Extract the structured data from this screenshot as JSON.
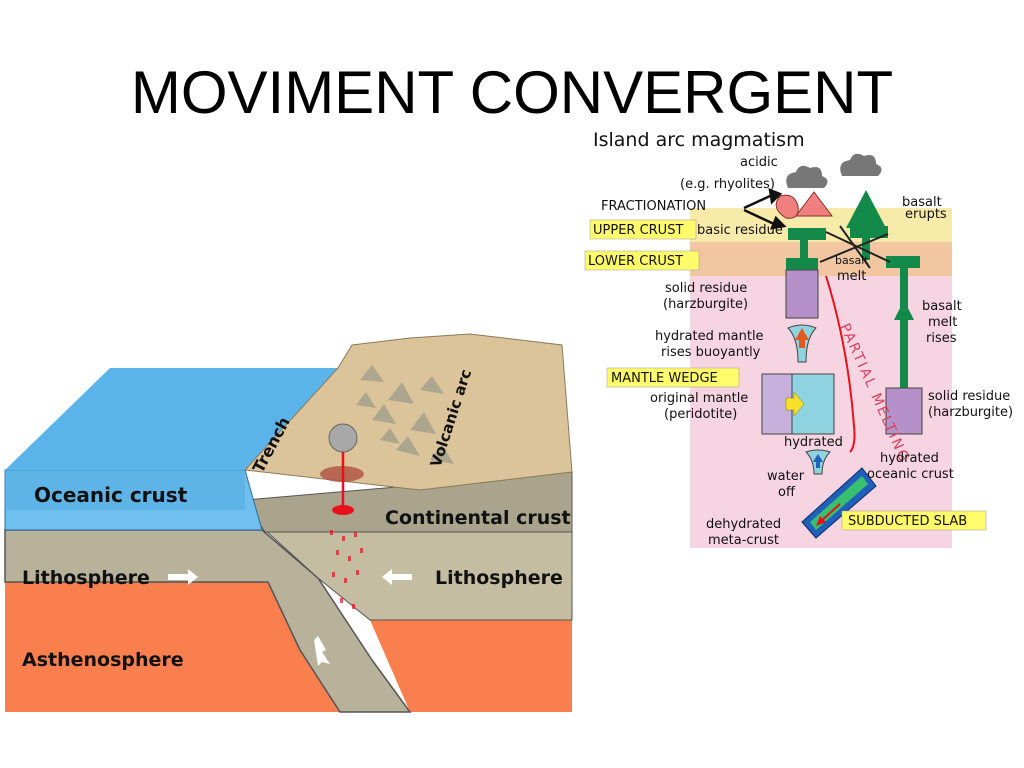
{
  "slide": {
    "title": "MOVIMENT CONVERGENT"
  },
  "left_diagram": {
    "labels": {
      "oceanic_crust": "Oceanic crust",
      "trench": "Trench",
      "volcanic_arc": "Volcanic arc",
      "continental_crust": "Continental crust",
      "lithosphere_left": "Lithosphere",
      "lithosphere_right": "Lithosphere",
      "asthenosphere": "Asthenosphere"
    },
    "colors": {
      "ocean": "#5ab4ea",
      "land": "#dcc49a",
      "lithosphere": "#c0b79c",
      "crust": "#a8a28a",
      "asthenosphere": "#fa7f4e",
      "magma": "#e8101a"
    }
  },
  "right_diagram": {
    "title": "Island arc magmatism",
    "labels": {
      "acidic": "acidic",
      "rhyolites": "(e.g. rhyolites)",
      "fractionation": "FRACTIONATION",
      "upper_crust": "UPPER CRUST",
      "basic_residue": "basic residue",
      "lower_crust": "LOWER CRUST",
      "basalt_erupts_1": "basalt",
      "basalt_erupts_2": "erupts",
      "basalt_melt_1": "basalt",
      "basalt_melt_2": "melt",
      "solid_residue_top_1": "solid residue",
      "solid_residue_top_2": "(harzburgite)",
      "hydrated_mantle_1": "hydrated mantle",
      "hydrated_mantle_2": "rises buoyantly",
      "partial_melting": "PARTIAL MELTING",
      "mantle_wedge": "MANTLE WEDGE",
      "original_mantle_1": "original mantle",
      "original_mantle_2": "(peridotite)",
      "basalt_rises_1": "basalt",
      "basalt_rises_2": "melt",
      "basalt_rises_3": "rises",
      "solid_residue_bottom_1": "solid residue",
      "solid_residue_bottom_2": "(harzburgite)",
      "hydrated": "hydrated",
      "water_off_1": "water",
      "water_off_2": "off",
      "hydrated_crust_1": "hydrated",
      "hydrated_crust_2": "oceanic crust",
      "dehydrated_1": "dehydrated",
      "dehydrated_2": "meta-crust",
      "subducted_slab": "SUBDUCTED SLAB"
    },
    "colors": {
      "upper_crust": "#f8eaa8",
      "lower_crust": "#f2c6a0",
      "mantle": "#f7d4e2",
      "green": "#138a4a",
      "purple": "#b690c8",
      "cyan": "#8fd2e0",
      "label_box": "#fffb6a",
      "slab": "#2060b8"
    }
  }
}
